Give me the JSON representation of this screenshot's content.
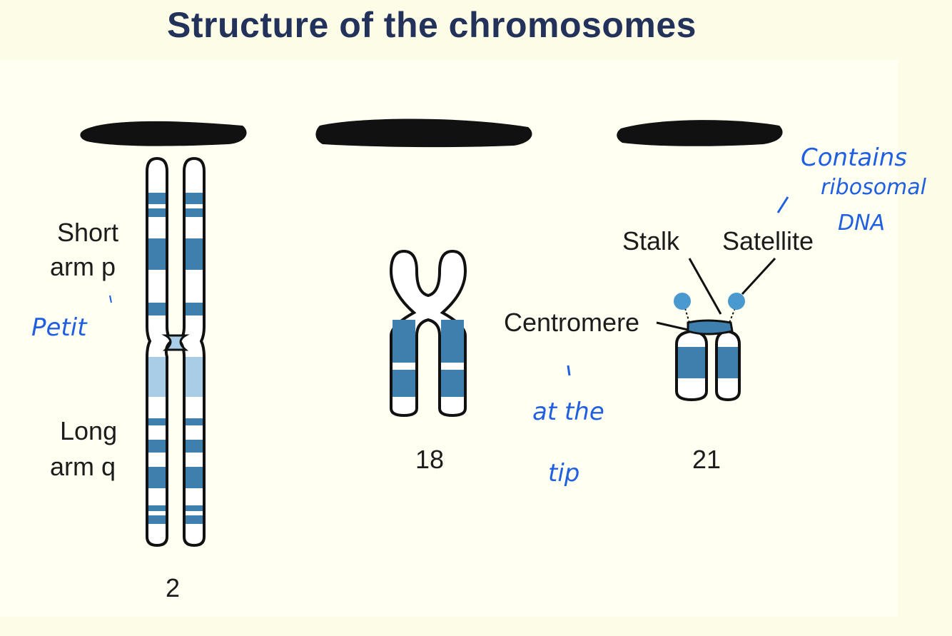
{
  "title": "Structure of the chromosomes",
  "labels": {
    "short_arm": [
      "Short",
      "arm p"
    ],
    "long_arm": [
      "Long",
      "arm q"
    ],
    "stalk": "Stalk",
    "satellite": "Satellite",
    "centromere": "Centromere"
  },
  "chromosomes": [
    "2",
    "18",
    "21"
  ],
  "handwritten": {
    "petit": "Petit",
    "contains": [
      "Contains",
      "ribosomal",
      "DNA"
    ],
    "at_the_tip": [
      "at the",
      "tip"
    ]
  },
  "colors": {
    "title": "#23325a",
    "band_dark": "#3f7fae",
    "band_light": "#a9cde6",
    "ink": "#1f5fe0",
    "redaction": "#111111",
    "satellite": "#4a9ad0"
  }
}
